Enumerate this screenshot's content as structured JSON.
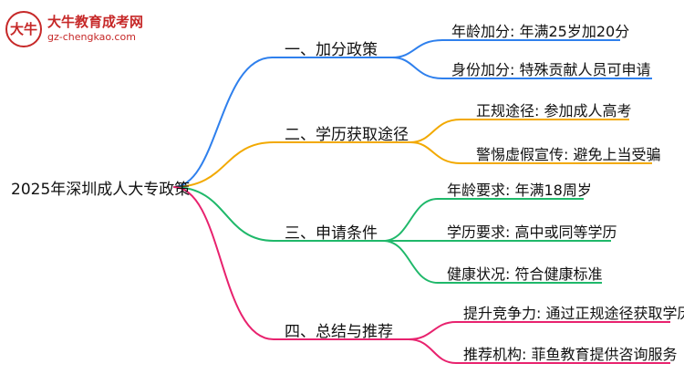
{
  "logo": {
    "mark_text": "大牛",
    "title": "大牛教育成考网",
    "url": "gz-chengkao.com"
  },
  "root": {
    "label": "2025年深圳成人大专政策"
  },
  "branches": [
    {
      "label": "一、加分政策",
      "color": "#2f80ed",
      "leaves": [
        "年龄加分: 年满25岁加20分",
        "身份加分: 特殊贡献人员可申请"
      ]
    },
    {
      "label": "二、学历获取途径",
      "color": "#f2a900",
      "leaves": [
        "正规途径: 参加成人高考",
        "警惕虚假宣传: 避免上当受骗"
      ]
    },
    {
      "label": "三、申请条件",
      "color": "#1fb86a",
      "leaves": [
        "年龄要求: 年满18周岁",
        "学历要求: 高中或同等学历",
        "健康状况: 符合健康标准"
      ]
    },
    {
      "label": "四、总结与推荐",
      "color": "#e8226e",
      "leaves": [
        "提升竞争力: 通过正规途径获取学历",
        "推荐机构: 菲鱼教育提供咨询服务"
      ]
    }
  ]
}
